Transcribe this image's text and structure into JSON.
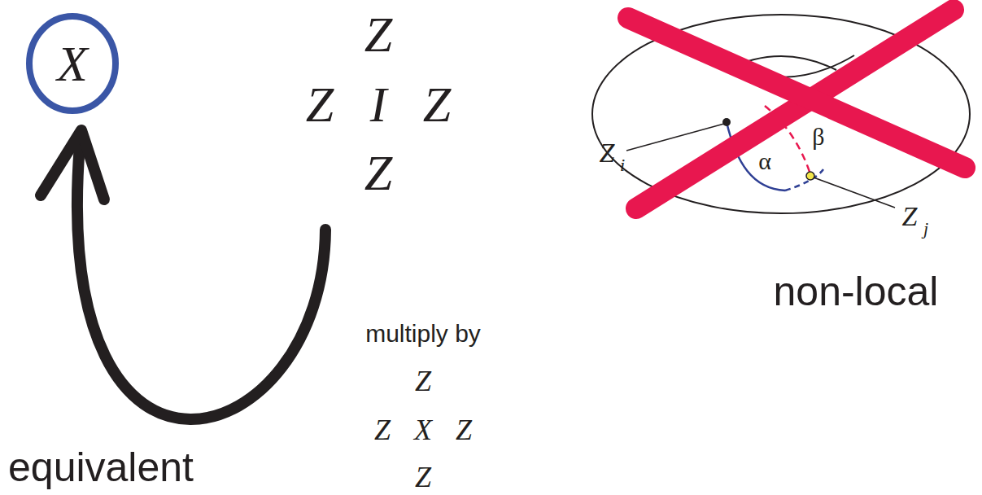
{
  "diagram": {
    "nodes": [
      {
        "text": [
          "X"
        ]
      }
    ],
    "labels": [
      "Z",
      "Z",
      "I",
      "Z",
      "Z",
      "α",
      "β",
      "Z",
      "i",
      "Z",
      "j",
      "multiply by",
      "Z",
      "Z",
      "X",
      "Z",
      "Z",
      "equivalent",
      "non-local"
    ]
  }
}
